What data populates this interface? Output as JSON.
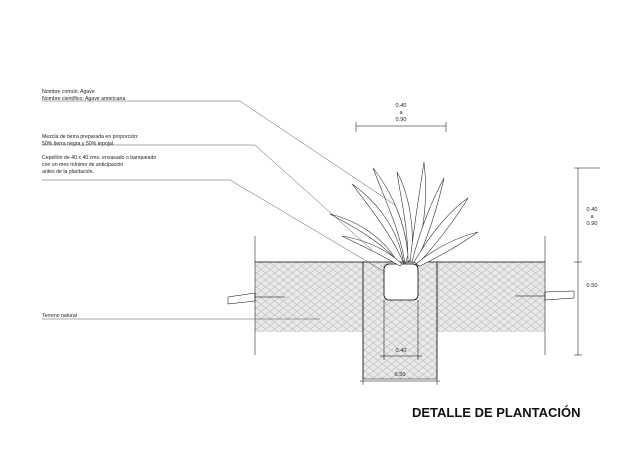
{
  "notes": {
    "plant_common": "Nombre común: Agave",
    "plant_scientific": "Nombre científico: Agave americana",
    "soil_1": "Mezcla de tierra preparada en proporción:",
    "soil_2": "50% tierra negra y 50% tepojal.",
    "root_1": "Cepellón de 40 x 40 cms. envasado o banqueado",
    "root_2": "con un mes mínimo de anticipación",
    "root_3": "antes de la plantación.",
    "terrain": "Terreno natural"
  },
  "dimensions": {
    "top_1": "0.40",
    "top_a": "a",
    "top_2": "0.90",
    "right_1": "0.40",
    "right_a": "a",
    "right_2": "0.90",
    "right_depth": "0.50",
    "inner_width": "0.40",
    "outer_width": "0.50"
  },
  "title": "DETALLE DE PLANTACIÓN"
}
